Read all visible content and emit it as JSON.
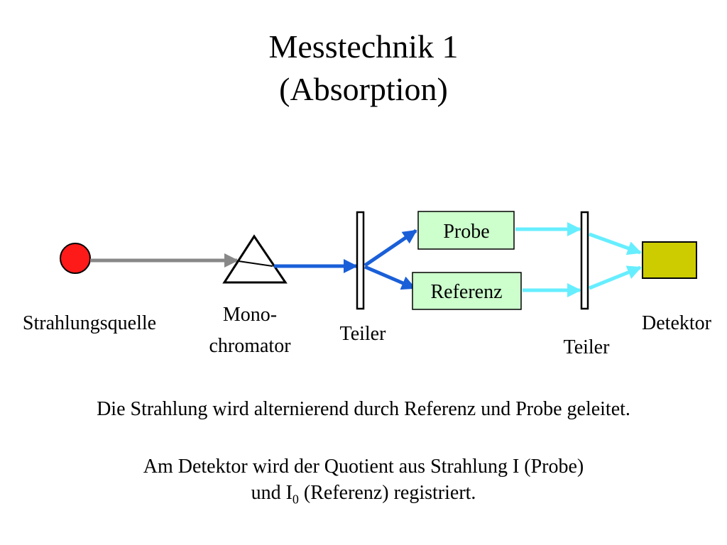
{
  "title": {
    "line1": "Messtechnik 1",
    "line2": "(Absorption)"
  },
  "diagram": {
    "source_label": "Strahlungsquelle",
    "monochromator_label_1": "Mono-",
    "monochromator_label_2": "chromator",
    "splitter1_label": "Teiler",
    "splitter2_label": "Teiler",
    "sample_label": "Probe",
    "reference_label": "Referenz",
    "detector_label": "Detektor"
  },
  "colors": {
    "source": "#ff1a1a",
    "beam_white": "#888888",
    "beam_mono": "#1a5fd8",
    "beam_out": "#66eeff",
    "box_fill": "#ccffcc",
    "detector_fill": "#cccc00"
  },
  "text": {
    "line1": "Die Strahlung wird alternierend durch Referenz und Probe geleitet.",
    "line2": "Am Detektor wird der Quotient aus Strahlung I (Probe)",
    "line3_pre": "und I",
    "line3_sub": "0",
    "line3_post": " (Referenz) registriert."
  }
}
